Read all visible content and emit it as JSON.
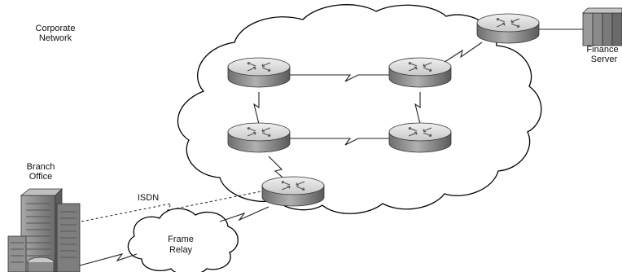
{
  "labels": {
    "corporate_line1": "Corporate",
    "corporate_line2": "Network",
    "branch_line1": "Branch",
    "branch_line2": "Office",
    "finance_line1": "Finance",
    "finance_line2": "Server",
    "isdn": "ISDN",
    "frame_line1": "Frame",
    "frame_line2": "Relay"
  },
  "icons": {
    "router": "router-icon",
    "server": "server-icon",
    "building": "office-building-icon",
    "cloud": "network-cloud-icon"
  },
  "colors": {
    "router_top": "#d9d9d9",
    "router_side": "#8a8a8a",
    "building": "#8c8c8c",
    "line": "#222222"
  }
}
